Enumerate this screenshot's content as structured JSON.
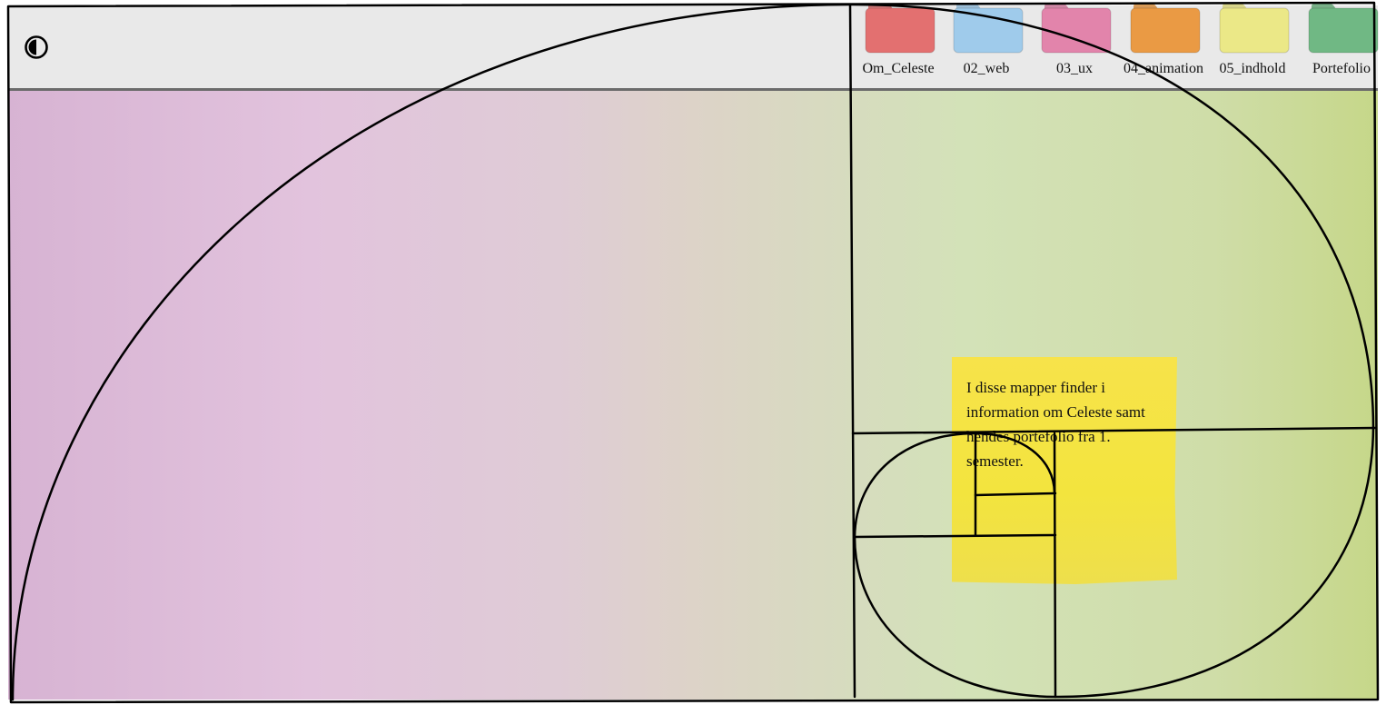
{
  "toolbar": {
    "contrast_icon": "half-circle-contrast-icon"
  },
  "folders": [
    {
      "label": "Om_Celeste",
      "color": "#e37070"
    },
    {
      "label": "02_web",
      "color": "#9fcbeb"
    },
    {
      "label": "03_ux",
      "color": "#e284ab"
    },
    {
      "label": "04_animation",
      "color": "#ea9a44"
    },
    {
      "label": "05_indhold",
      "color": "#ebe887"
    },
    {
      "label": "Portefolio",
      "color": "#70b884"
    }
  ],
  "note": {
    "text": "I disse mapper finder i information om Celeste samt hendes portefolio fra 1. semester.",
    "color": "#f5e446"
  }
}
